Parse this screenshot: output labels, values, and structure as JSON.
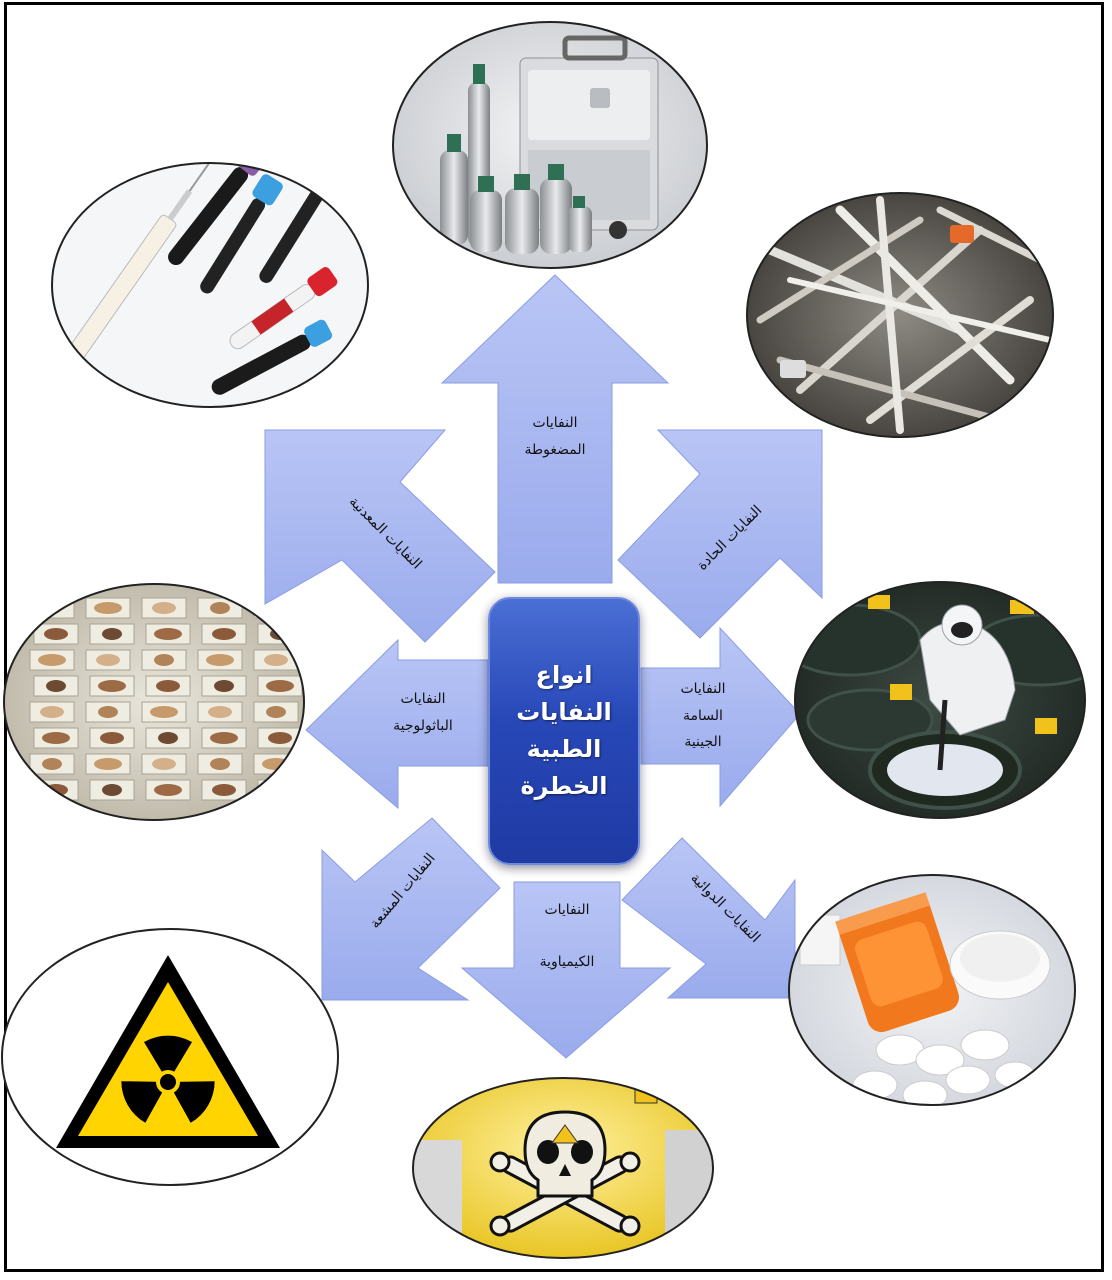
{
  "diagram": {
    "center_title": "انواع\nالنفايات\nالطبية\nالخطرة",
    "categories": {
      "compressed": "النفايات\nالمضغوطة",
      "sharps": "النفايات الحادة",
      "toxic": "النفايات\nالسامة\nالجينية",
      "pharma": "النفايات الدوائية",
      "chemical": "النفايات\n\nالكيمياوية",
      "radioactive": "النفايات المشعة",
      "pathological": "النفايات\nالباثولوجية",
      "metal": "النفايات المعدنية"
    }
  },
  "colors": {
    "arrow_fill": "#a9b8f2",
    "arrow_edge": "#8a9de3",
    "center_box": "#2848b8",
    "radiation_yellow": "#ffd400",
    "frame": "#000000"
  },
  "icons": [
    "gas-cylinders-image",
    "blood-tubes-syringe-image",
    "used-syringes-image",
    "pathology-slides-image",
    "toxic-drums-worker-image",
    "pill-bottle-image",
    "radiation-symbol",
    "skull-crossbones-image"
  ]
}
